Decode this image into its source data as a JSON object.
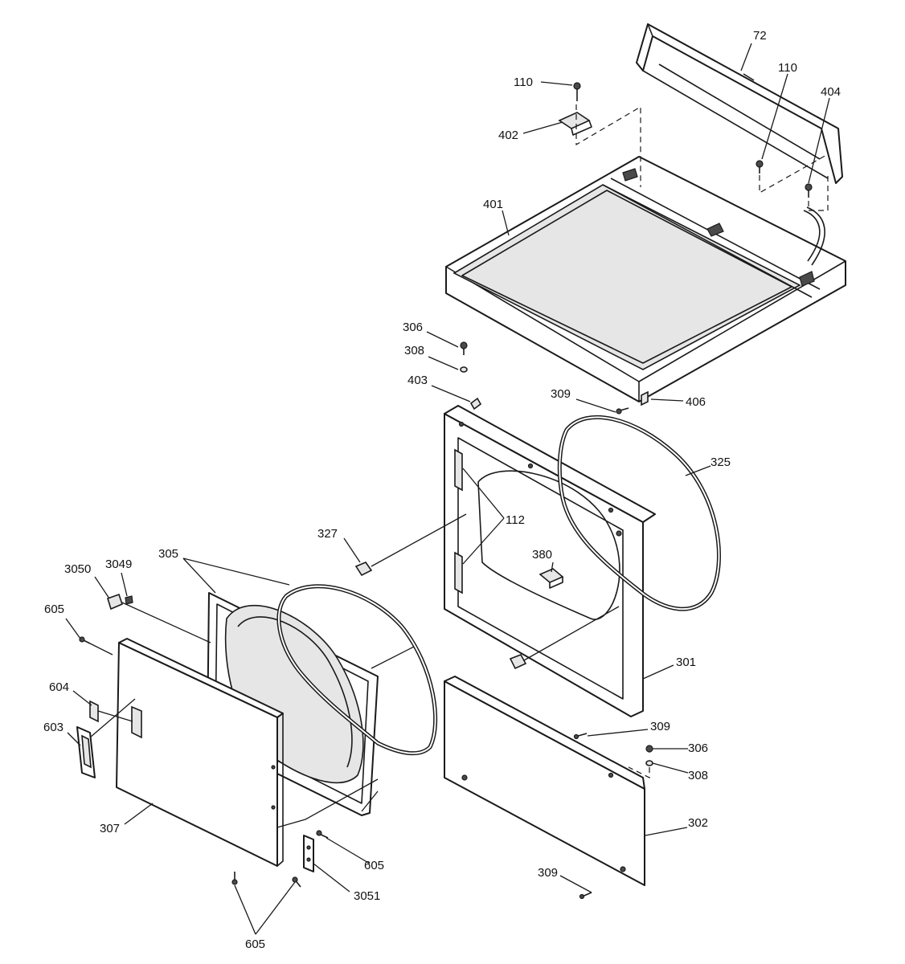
{
  "diagram": {
    "callouts": [
      {
        "id": "72",
        "text": "72"
      },
      {
        "id": "110a",
        "text": "110"
      },
      {
        "id": "110b",
        "text": "110"
      },
      {
        "id": "404",
        "text": "404"
      },
      {
        "id": "402",
        "text": "402"
      },
      {
        "id": "401",
        "text": "401"
      },
      {
        "id": "306a",
        "text": "306"
      },
      {
        "id": "308a",
        "text": "308"
      },
      {
        "id": "403",
        "text": "403"
      },
      {
        "id": "309a",
        "text": "309"
      },
      {
        "id": "406",
        "text": "406"
      },
      {
        "id": "325",
        "text": "325"
      },
      {
        "id": "112",
        "text": "112"
      },
      {
        "id": "327",
        "text": "327"
      },
      {
        "id": "380",
        "text": "380"
      },
      {
        "id": "305",
        "text": "305"
      },
      {
        "id": "3050",
        "text": "3050"
      },
      {
        "id": "3049",
        "text": "3049"
      },
      {
        "id": "605a",
        "text": "605"
      },
      {
        "id": "604",
        "text": "604"
      },
      {
        "id": "603",
        "text": "603"
      },
      {
        "id": "301",
        "text": "301"
      },
      {
        "id": "309b",
        "text": "309"
      },
      {
        "id": "306b",
        "text": "306"
      },
      {
        "id": "308b",
        "text": "308"
      },
      {
        "id": "307",
        "text": "307"
      },
      {
        "id": "302",
        "text": "302"
      },
      {
        "id": "605b",
        "text": "605"
      },
      {
        "id": "309c",
        "text": "309"
      },
      {
        "id": "3051",
        "text": "3051"
      },
      {
        "id": "605c",
        "text": "605"
      }
    ]
  }
}
